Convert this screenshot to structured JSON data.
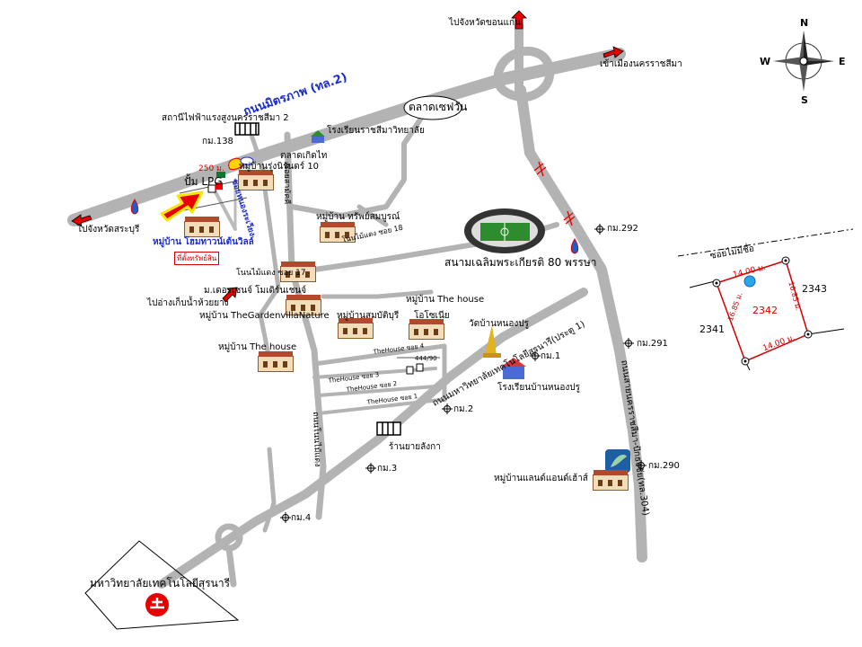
{
  "roads": {
    "mittraphap": "ถนนมิตรภาพ (ทล.2)",
    "suranaree_tech": "ถนนมหาวิทยาลัยเทคโนโลยีสุรนารี(ประตู 1)",
    "bypass": "ถนนสายนครราชสีมา-ปักธงชัย(ทล.304)",
    "nong_mai_daeng": "ถนนโนนไม้แดง",
    "soi_samakkhi": "ซอยสามัคคี",
    "soi_nong_krap": "ซอยหนองระเวียง"
  },
  "directions": {
    "to_khon_kaen": "ไปจังหวัดขอนแก่น",
    "to_korat_city": "เข้าเมืองนครราชสีมา",
    "to_saraburi": "ไปจังหวัดสระบุรี",
    "to_reservoir": "ไปอ่างเก็บน้ำห้วยยาง"
  },
  "places": {
    "substation": "สถานีไฟฟ้าแรงสูงนครราชสีมา 2",
    "km138": "กม.138",
    "school_korat_wit": "โรงเรียนราชสีมาวิทยาลัย",
    "market_chef_one": "ตลาดเซฟวัน",
    "market_kerd_thai": "ตลาดเกิดไท",
    "lpg": "ปั้ม LPG",
    "distance_250": "250 ม.",
    "village_rung_nirun": "หมู่บ้านรุ่งนิรันดร์ 10",
    "village_home_town": "หมู่บ้าน โฮมทาวน์เต้นวิลล์",
    "property_location": "ที่ตั้งทรัพย์สิน",
    "village_sap_somboon": "หมู่บ้าน ทรัพย์สมบูรณ์",
    "soi_18": "โนนไม้แดง ซอย 18",
    "stadium": "สนามเฉลิมพระเกียรติ 80 พรรษา",
    "km292": "กม.292",
    "soi_17": "โนนไม้แดง ซอย 17",
    "village_the_rich": "ม.เดอะเชนจ์ โมเดิร์นเชนจ์",
    "village_garden": "หมู่บ้าน TheGardenvillaNature",
    "village_the_house_1": "หมู่บ้าน The house",
    "village_sombat": "หมู่บ้านสมบัติบุรี",
    "village_the_house_2": "หมู่บ้าน The house",
    "village_o_chia": "โอโซเนีย",
    "temple": "วัดบ้านหนองปรู",
    "km291": "กม.291",
    "km1": "กม.1",
    "school_nong_pru": "โรงเรียนบ้านหนองปรู",
    "km2": "กม.2",
    "shop_yai_lang_ka": "ร้านยายลังกา",
    "km3": "กม.3",
    "km290": "กม.290",
    "village_land_house": "หมู่บ้านแลนด์แอนด์เฮ้าส์",
    "km4": "กม.4",
    "university": "มหาวิทยาลัยเทคโนโลยีสุรนารี",
    "thehouse_soi4": "TheHouse ซอย 4",
    "thehouse_soi3": "TheHouse ซอย 3",
    "thehouse_soi2": "TheHouse ซอย 2",
    "thehouse_soi1": "TheHouse ซอย 1",
    "plot_444_90": "444/90"
  },
  "compass": {
    "n": "N",
    "s": "S",
    "e": "E",
    "w": "W"
  },
  "plot_inset": {
    "road": "ซอยไม่มีชื่อ",
    "parcel_center": "2342",
    "parcel_right": "2343",
    "parcel_left": "2341",
    "top_side": "14.00 ม.",
    "bottom_side": "14.00 ม.",
    "left_side": "16.85 ม.",
    "right_side": "16.85 ม."
  },
  "colors": {
    "road": "#b3b3b3",
    "arrow_yellow": "#ffe400",
    "arrow_red": "#e60000",
    "label_blue": "#1a2ccf",
    "inset_boundary": "#d40000",
    "marker_blue": "#2aa8e6"
  }
}
